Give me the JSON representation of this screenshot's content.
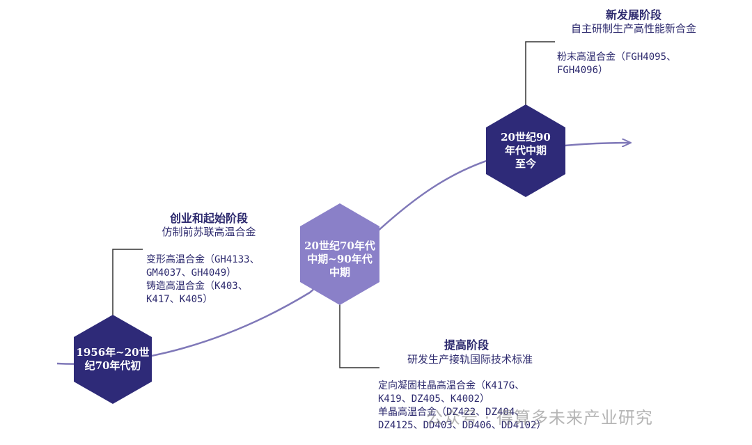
{
  "stages": [
    {
      "period": "1956年~20世纪70年代初",
      "period_lines": [
        "1956年~20世",
        "纪70年代初"
      ],
      "title": "创业和起始阶段",
      "subtitle": "仿制前苏联高温合金",
      "details": "变形高温合金（GH4133、\nGM4037、GH4049）\n铸造高温合金（K403、\nK417、K405）"
    },
    {
      "period": "20世纪70年代中期~90年代中期",
      "period_lines": [
        "20世纪70年代",
        "中期~90年代",
        "中期"
      ],
      "title": "提高阶段",
      "subtitle": "研发生产接轨国际技术标准",
      "details": "定向凝固柱晶高温合金（K417G、\nK419、DZ405、K4002）\n单晶高温合金（DZ422、DZ404、\nDZ4125、DD403、DD406、DD4102）"
    },
    {
      "period": "20世纪90年代中期至今",
      "period_lines": [
        "20世纪90",
        "年代中期",
        "至今"
      ],
      "title": "新发展阶段",
      "subtitle": "自主研制生产高性能新合金",
      "details": "粉末高温合金（FGH4095、\nFGH4096）"
    }
  ],
  "watermark": "公众号 · 得算多未来产业研究",
  "colors": {
    "hex_dark": "#2e2a78",
    "hex_light": "#8a80c8",
    "curve": "#7f78b8",
    "text": "#2d2a6e"
  }
}
